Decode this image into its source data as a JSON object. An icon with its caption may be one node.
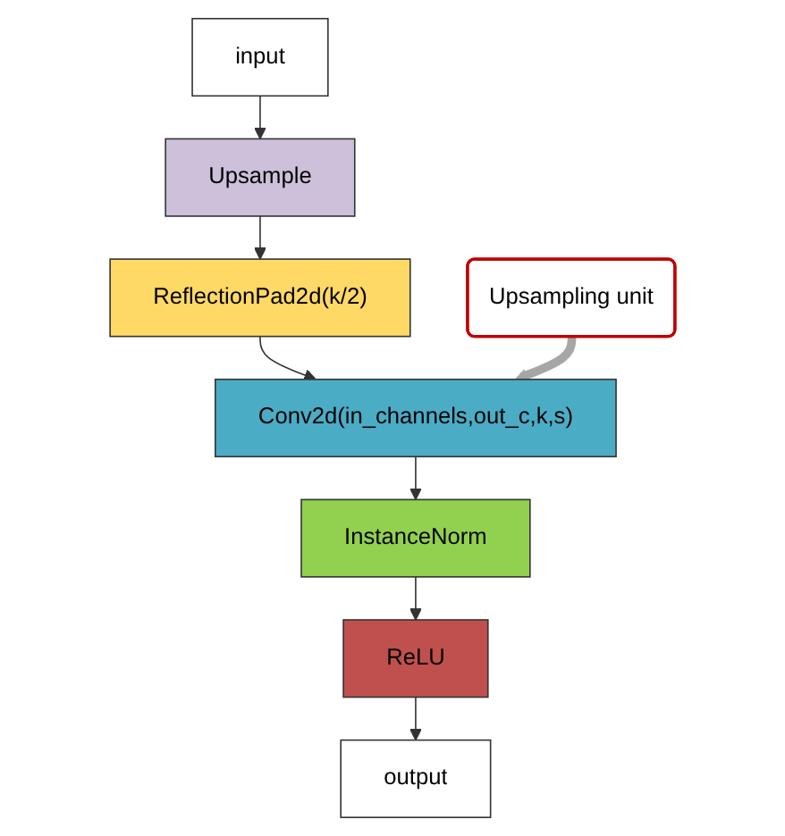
{
  "diagram": {
    "nodes": [
      {
        "text": [
          "input"
        ]
      },
      {
        "text": [
          "Upsample"
        ]
      },
      {
        "text": [
          "ReflectionPad2d(k/2)"
        ]
      },
      {
        "text": [
          "Conv2d(in_channels,out_c,k,s)"
        ]
      },
      {
        "text": [
          "InstanceNorm"
        ]
      },
      {
        "text": [
          "ReLU"
        ]
      },
      {
        "text": [
          "output"
        ]
      },
      {
        "text": [
          "Upsampling unit"
        ]
      }
    ],
    "edges": [
      {
        "from": 0,
        "to": 1,
        "arrow": "to"
      },
      {
        "from": 1,
        "to": 2,
        "arrow": "to"
      },
      {
        "from": 2,
        "to": 3,
        "arrow": "to"
      },
      {
        "from": 3,
        "to": 4,
        "arrow": "to"
      },
      {
        "from": 4,
        "to": 5,
        "arrow": "to"
      },
      {
        "from": 5,
        "to": 6,
        "arrow": "to"
      },
      {
        "from": 7,
        "to": 3,
        "arrow": "to",
        "style": "thick",
        "color": "#a6a6a6"
      }
    ]
  }
}
